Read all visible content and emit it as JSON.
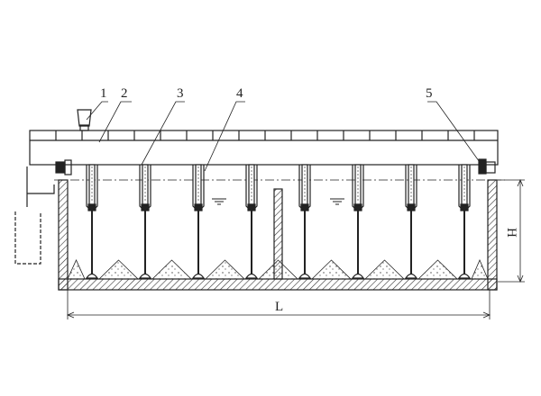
{
  "callouts": [
    "1",
    "2",
    "3",
    "4",
    "5"
  ],
  "dimensions": {
    "height_label": "H",
    "length_label": "L"
  },
  "agitator_count": 8,
  "colors": {
    "line": "#222222",
    "background": "#ffffff"
  }
}
